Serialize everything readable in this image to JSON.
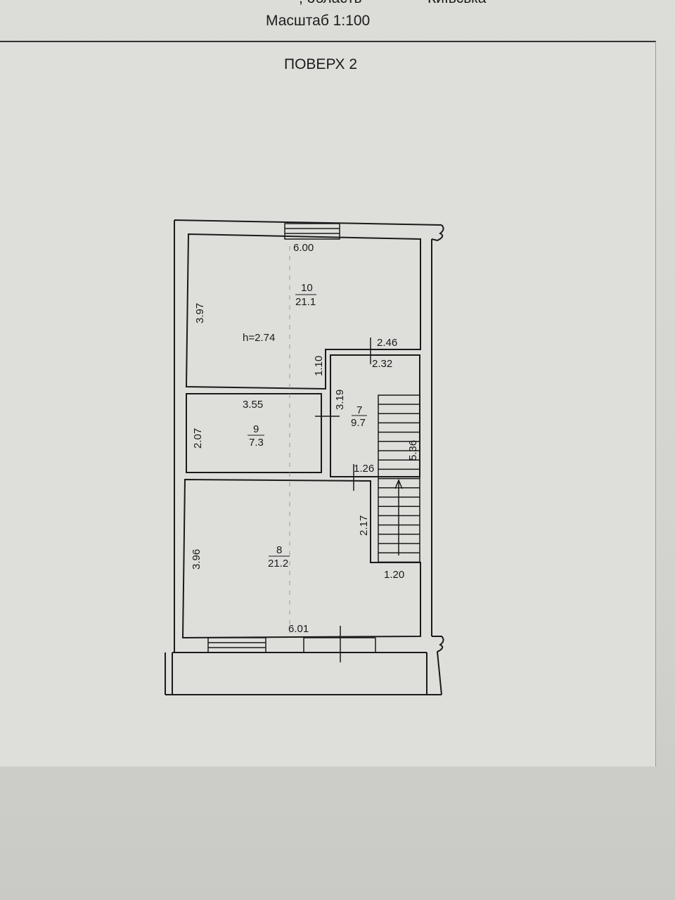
{
  "header": {
    "region_label": ", область",
    "region_value": "Київська",
    "scale": "Масштаб 1:100",
    "floor_title": "ПОВЕРХ 2"
  },
  "plan": {
    "height_note": "h=2.74",
    "rooms": [
      {
        "number": "10",
        "area": "21.1"
      },
      {
        "number": "9",
        "area": "7.3"
      },
      {
        "number": "7",
        "area": "9.7"
      },
      {
        "number": "8",
        "area": "21.2"
      }
    ],
    "dimensions": {
      "d600": "6.00",
      "d397": "3.97",
      "d246": "2.46",
      "d232": "2.32",
      "d110": "1.10",
      "d355": "3.55",
      "d319": "3.19",
      "d207": "2.07",
      "d536": "5.36",
      "d126": "1.26",
      "d217": "2.17",
      "d396": "3.96",
      "d120": "1.20",
      "d601": "6.01"
    }
  }
}
